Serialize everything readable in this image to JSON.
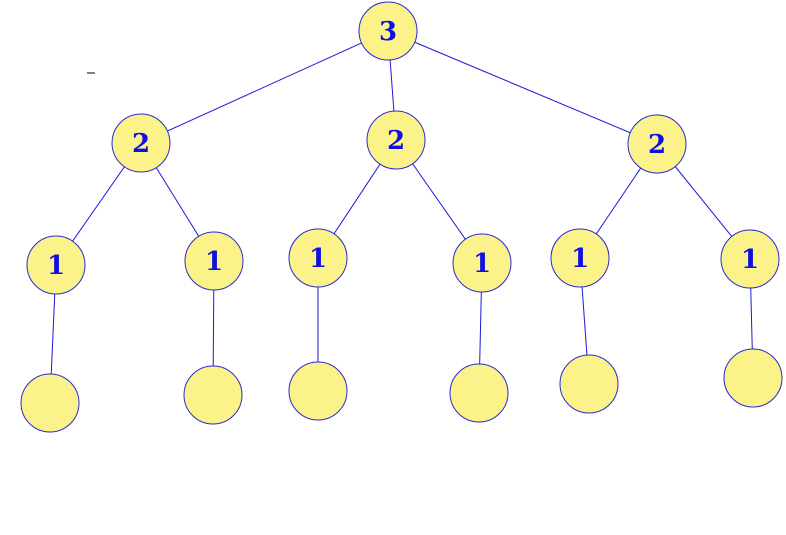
{
  "diagram": {
    "type": "tree",
    "colors": {
      "node_fill": "#fbf38a",
      "node_stroke": "#2a2ad0",
      "edge": "#1a1ad6",
      "label": "#1010e0"
    },
    "root": {
      "label": "3",
      "children": [
        {
          "label": "2",
          "children": [
            {
              "label": "1",
              "children": [
                {
                  "label": ""
                }
              ]
            },
            {
              "label": "1",
              "children": [
                {
                  "label": ""
                }
              ]
            }
          ]
        },
        {
          "label": "2",
          "children": [
            {
              "label": "1",
              "children": [
                {
                  "label": ""
                }
              ]
            },
            {
              "label": "1",
              "children": [
                {
                  "label": ""
                }
              ]
            }
          ]
        },
        {
          "label": "2",
          "children": [
            {
              "label": "1",
              "children": [
                {
                  "label": ""
                }
              ]
            },
            {
              "label": "1",
              "children": [
                {
                  "label": ""
                }
              ]
            }
          ]
        }
      ]
    }
  }
}
